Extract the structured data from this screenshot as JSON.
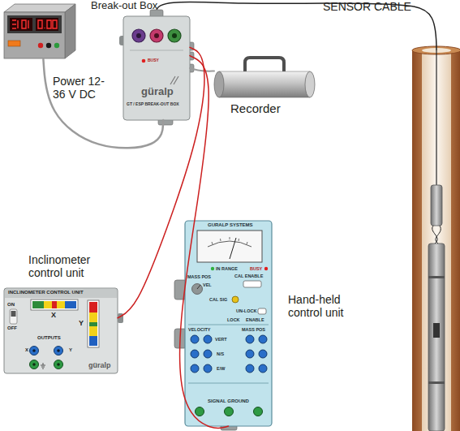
{
  "diagram": {
    "nodes": [
      {
        "text": [
          "Break-out Box",
          "güralp",
          "GT / ESP BREAK-OUT BOX",
          "BUSY"
        ]
      },
      {
        "text": [
          "Power 12-36 V DC"
        ]
      },
      {
        "text": [
          "Recorder"
        ]
      },
      {
        "text": [
          "Inclinometer control unit",
          "INCLINOMETER CONTROL UNIT",
          "ON",
          "OFF",
          "X",
          "Y",
          "OUTPUTS",
          "X",
          "Y",
          "güralp"
        ]
      },
      {
        "text": [
          "Hand-held control unit",
          "GURALP SYSTEMS",
          "IN RANGE",
          "BUSY",
          "MASS POS",
          "VEL",
          "CAL ENABLE",
          "CAL SIG",
          "UN-LOCK",
          "LOCK",
          "ENABLE",
          "VELOCITY",
          "MASS POS",
          "VERT",
          "N/S",
          "E/W",
          "SIGNAL GROUND"
        ]
      }
    ],
    "edges": [
      {
        "from": 1,
        "to": 0,
        "arrow": "none"
      },
      {
        "from": 0,
        "to": 2,
        "arrow": "none"
      },
      {
        "from": 0,
        "to": 3,
        "arrow": "none"
      },
      {
        "from": 0,
        "to": 4,
        "arrow": "none"
      }
    ],
    "labels": [
      "SENSOR CABLE"
    ]
  }
}
